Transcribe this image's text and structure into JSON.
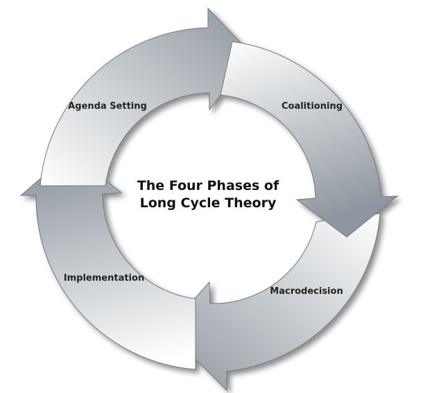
{
  "diagram": {
    "title_lines": [
      "The Four Phases of",
      "Long Cycle Theory"
    ],
    "phases": [
      {
        "id": "agenda-setting",
        "label": "Agenda Setting"
      },
      {
        "id": "coalitioning",
        "label": "Coalitioning"
      },
      {
        "id": "macrodecision",
        "label": "Macrodecision"
      },
      {
        "id": "implementation",
        "label": "Implementation"
      }
    ],
    "colors": {
      "arrow_light": "#ffffff",
      "arrow_dark": "#8e979f",
      "arrow_outline": "#6f777e",
      "shadow": "#000000",
      "text": "#222222"
    }
  }
}
